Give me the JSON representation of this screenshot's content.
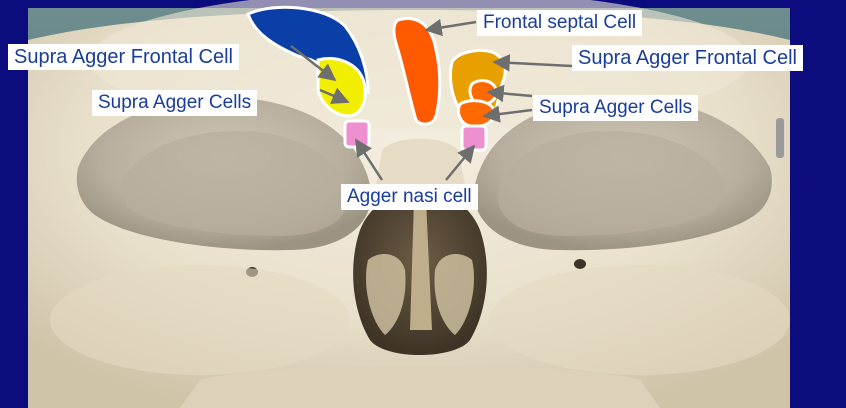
{
  "diagram": {
    "labels": {
      "frontal_septal_cell": "Frontal septal Cell",
      "supra_agger_frontal_cell_left": "Supra Agger Frontal Cell",
      "supra_agger_frontal_cell_right": "Supra Agger Frontal Cell",
      "supra_agger_cells_left": "Supra Agger Cells",
      "supra_agger_cells_right": "Supra Agger Cells",
      "agger_nasi_cell": "Agger nasi cell"
    },
    "colors": {
      "background": "#0c0c7e",
      "label_text": "#1a3d9c",
      "supra_agger_frontal_cell_left": "#0a3fa8",
      "supra_agger_cells_left": "#f2ee00",
      "frontal_septal_cell": "#ff5a00",
      "supra_agger_frontal_cell_right": "#e8a000",
      "supra_agger_cells_right": "#ff6a00",
      "agger_nasi_cell": "#ee8fd0",
      "leader_line": "#6e6e6e"
    }
  }
}
